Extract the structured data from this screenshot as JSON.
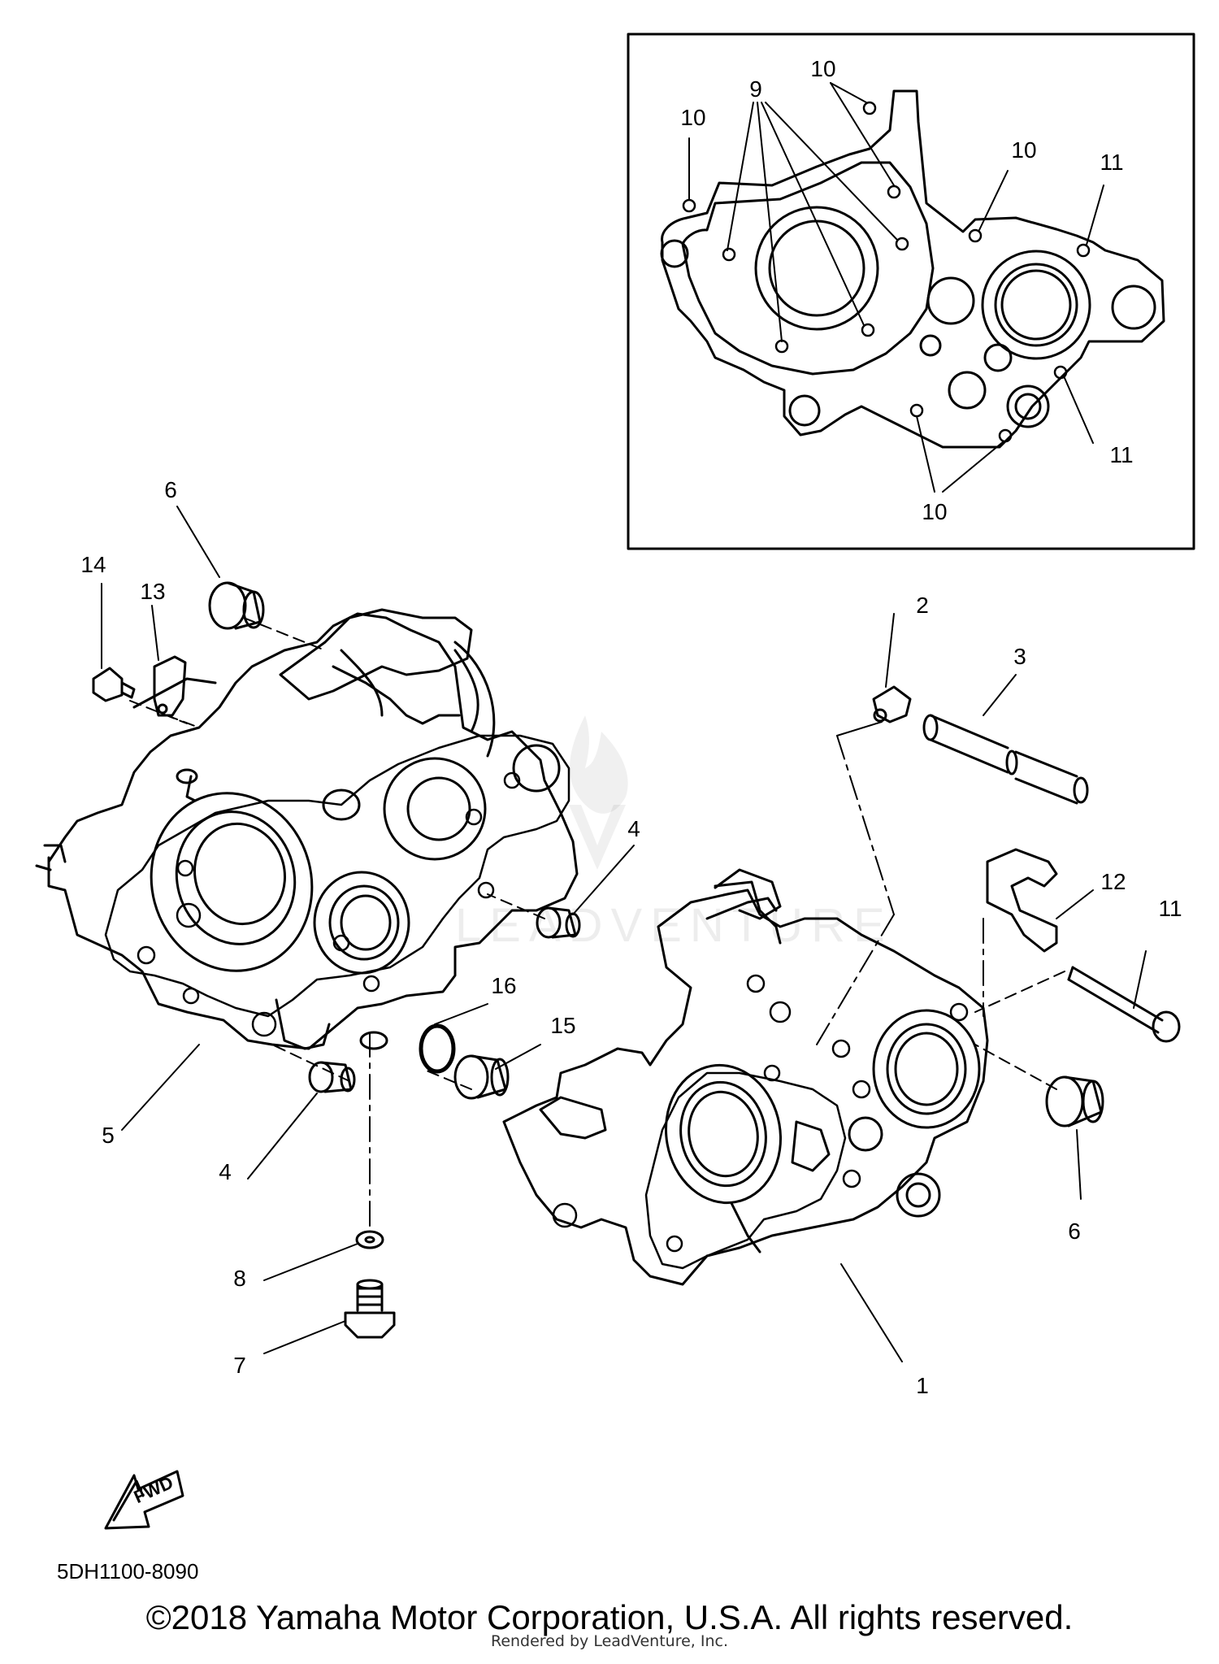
{
  "diagram": {
    "part_code": "5DH1100-8090",
    "copyright": "©2018 Yamaha Motor Corporation, U.S.A. All rights reserved.",
    "rendered_by": "Rendered by LeadVenture, Inc.",
    "watermark": "LEADVENTURE",
    "fwd_label": "FWD",
    "callouts": [
      {
        "id": "c1",
        "label": "1"
      },
      {
        "id": "c2",
        "label": "2"
      },
      {
        "id": "c3",
        "label": "3"
      },
      {
        "id": "c4a",
        "label": "4"
      },
      {
        "id": "c4b",
        "label": "4"
      },
      {
        "id": "c5",
        "label": "5"
      },
      {
        "id": "c6a",
        "label": "6"
      },
      {
        "id": "c6b",
        "label": "6"
      },
      {
        "id": "c7",
        "label": "7"
      },
      {
        "id": "c8",
        "label": "8"
      },
      {
        "id": "c11a",
        "label": "11"
      },
      {
        "id": "c12",
        "label": "12"
      },
      {
        "id": "c13",
        "label": "13"
      },
      {
        "id": "c14",
        "label": "14"
      },
      {
        "id": "c15",
        "label": "15"
      },
      {
        "id": "c16",
        "label": "16"
      }
    ],
    "inset_callouts": [
      {
        "id": "i9",
        "label": "9"
      },
      {
        "id": "i10a",
        "label": "10"
      },
      {
        "id": "i10b",
        "label": "10"
      },
      {
        "id": "i10c",
        "label": "10"
      },
      {
        "id": "i10d",
        "label": "10"
      },
      {
        "id": "i11a",
        "label": "11"
      },
      {
        "id": "i11b",
        "label": "11"
      }
    ]
  }
}
